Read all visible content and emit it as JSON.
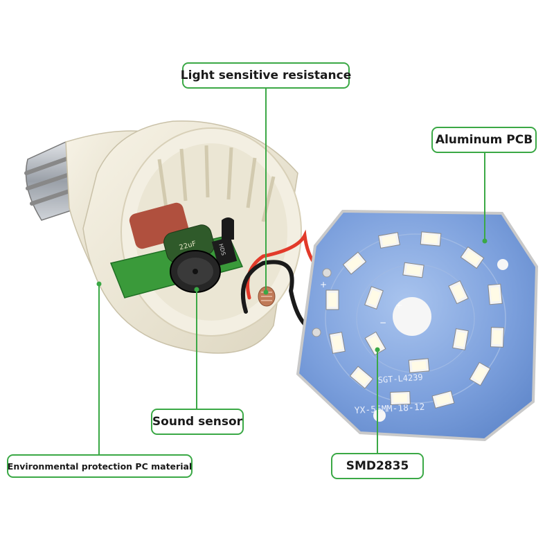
{
  "labels": {
    "light_sensitive_resistance": "Light sensitive resistance",
    "aluminum_pcb": "Aluminum PCB",
    "sound_sensor": "Sound sensor",
    "environmental_material": "Environmental protection PC material",
    "smd": "SMD2835"
  },
  "pcb_markings": {
    "model": "SGT-L4239",
    "size": "YX-56MM-18-12",
    "plus": "+",
    "minus": "−"
  },
  "components": {
    "capacitor_text": "22uF",
    "ic_text": "HDS"
  },
  "colors": {
    "callout_green": "#3aa845",
    "pcb_blue": "#6f95d4",
    "bulb_body": "#efeadb",
    "circuit_board": "#3a9a3a",
    "capacitor": "#b0503e"
  }
}
